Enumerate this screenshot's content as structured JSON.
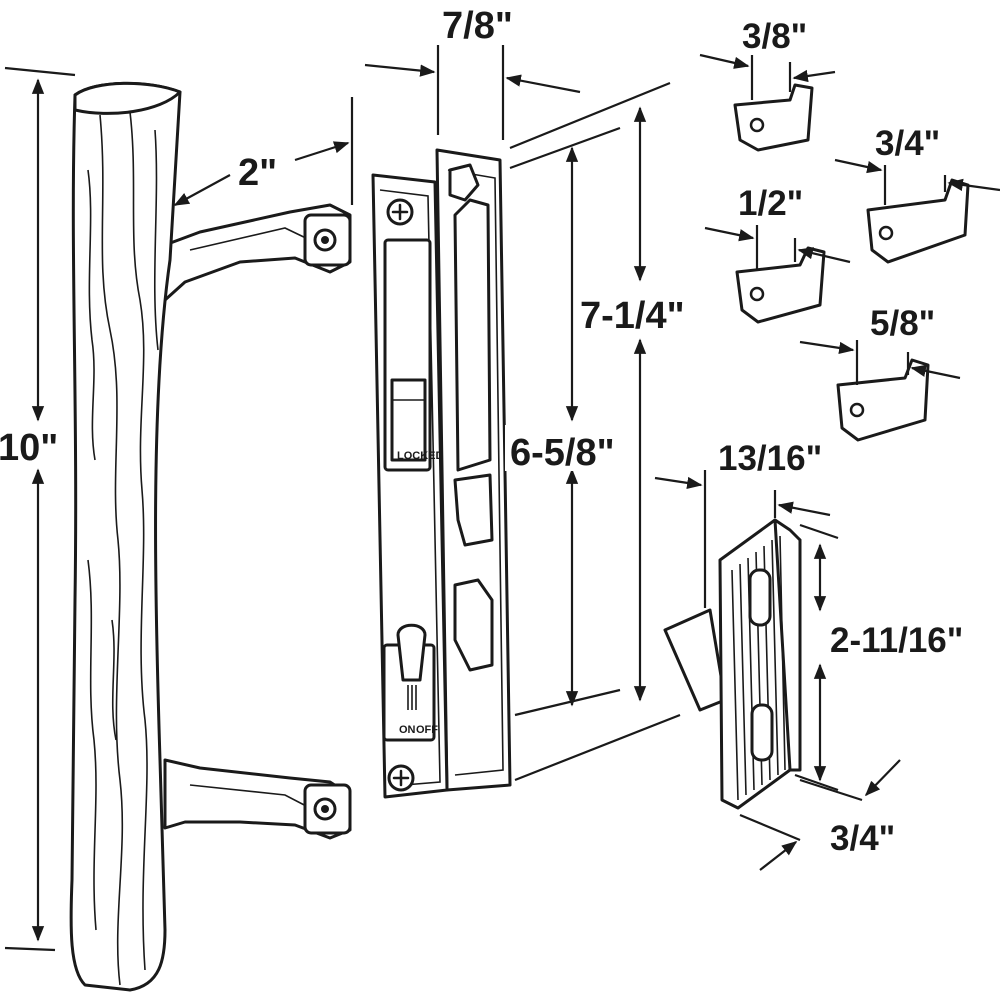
{
  "dimensions": {
    "handle_length": "10\"",
    "handle_offset": "2\"",
    "latch_depth": "7/8\"",
    "overall_height": "7-1/4\"",
    "hole_spacing": "6-5/8\"",
    "hook_a": "3/8\"",
    "hook_b": "3/4\"",
    "hook_c": "1/2\"",
    "hook_d": "5/8\"",
    "keeper_width": "13/16\"",
    "keeper_height": "2-11/16\"",
    "keeper_depth": "3/4\""
  },
  "labels": {
    "locked": "LOCKED",
    "on": "ON",
    "off": "OFF"
  },
  "colors": {
    "ink": "#1a1a1a",
    "paper": "#ffffff"
  }
}
